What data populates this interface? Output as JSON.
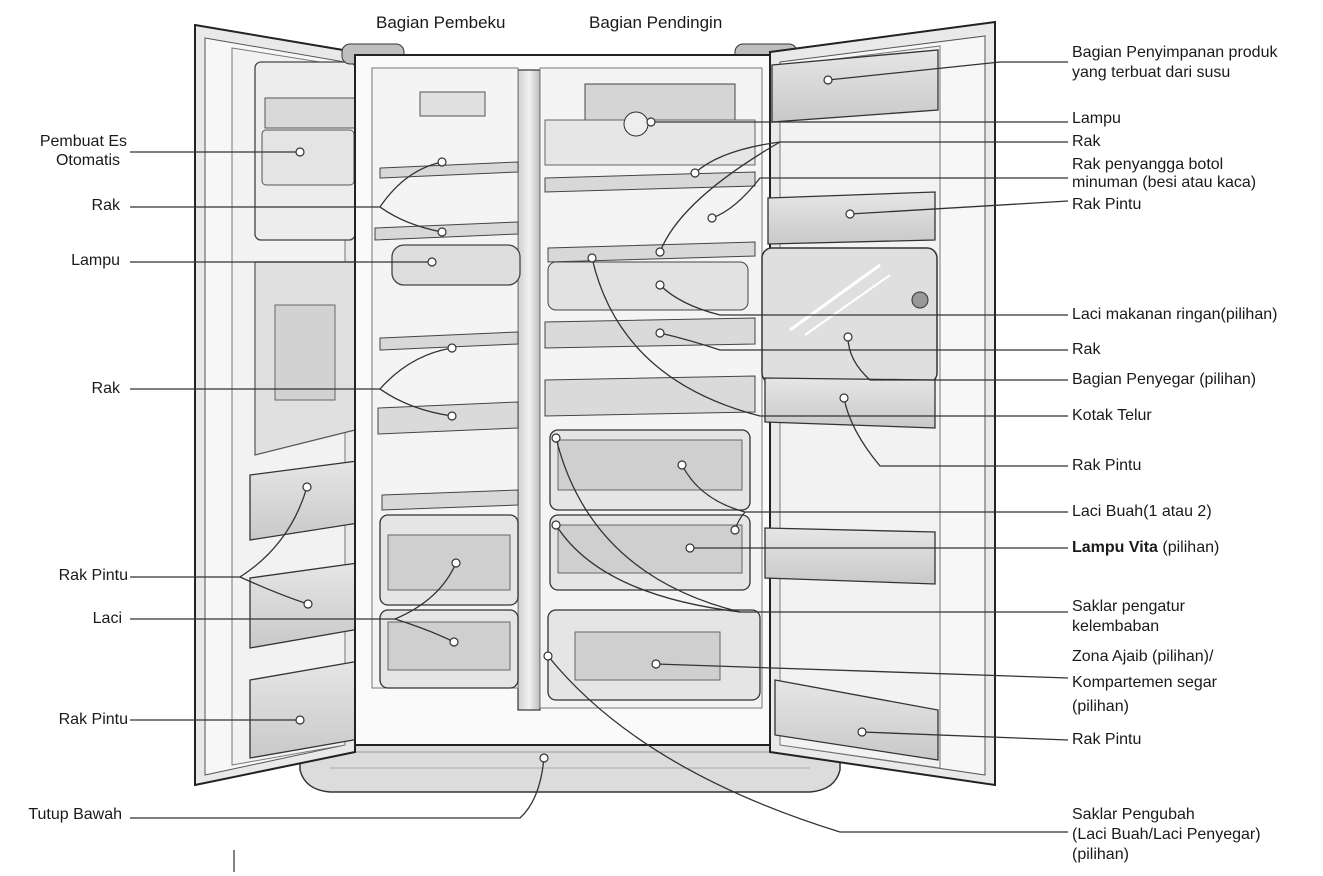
{
  "header": {
    "freezer_section": "Bagian Pembeku",
    "fridge_section": "Bagian Pendingin"
  },
  "left_labels": {
    "ice_maker_line1": "Pembuat Es",
    "ice_maker_line2": "Otomatis",
    "shelf_top": "Rak",
    "lamp": "Lampu",
    "shelf_mid": "Rak",
    "door_bin_1": "Rak Pintu",
    "door_bin_2": "Rak Pintu",
    "drawer": "Laci",
    "door_bin_3": "Rak Pintu",
    "bottom_cover": "Tutup Bawah"
  },
  "right_labels": {
    "dairy_line1": "Bagian Penyimpanan produk",
    "dairy_line2": "yang terbuat dari susu",
    "lamp": "Lampu",
    "shelf_1": "Rak",
    "bottle_line1": "Rak penyangga botol",
    "bottle_line2": "minuman (besi atau kaca)",
    "door_bin_1": "Rak Pintu",
    "snack_drawer": "Laci makanan ringan(pilihan)",
    "shelf_2": "Rak",
    "fresh_zone": "Bagian Penyegar (pilihan)",
    "egg_box": "Kotak Telur",
    "door_bin_2": "Rak Pintu",
    "fruit_drawer": "Laci Buah(1 atau  2)",
    "vita_lamp_bold": "Lampu Vita",
    "vita_lamp_option": " (pilihan)",
    "humidity_line1": "Saklar pengatur",
    "humidity_line2": "kelembaban",
    "magic_line1": "Zona Ajaib (pilihan)/",
    "magic_line2": "Kompartemen segar",
    "magic_line3": "(pilihan)",
    "door_bin_3": "Rak Pintu",
    "switch_line1": "Saklar Pengubah",
    "switch_line2": "(Laci Buah/Laci Penyegar)",
    "switch_line3": "(pilihan)"
  }
}
